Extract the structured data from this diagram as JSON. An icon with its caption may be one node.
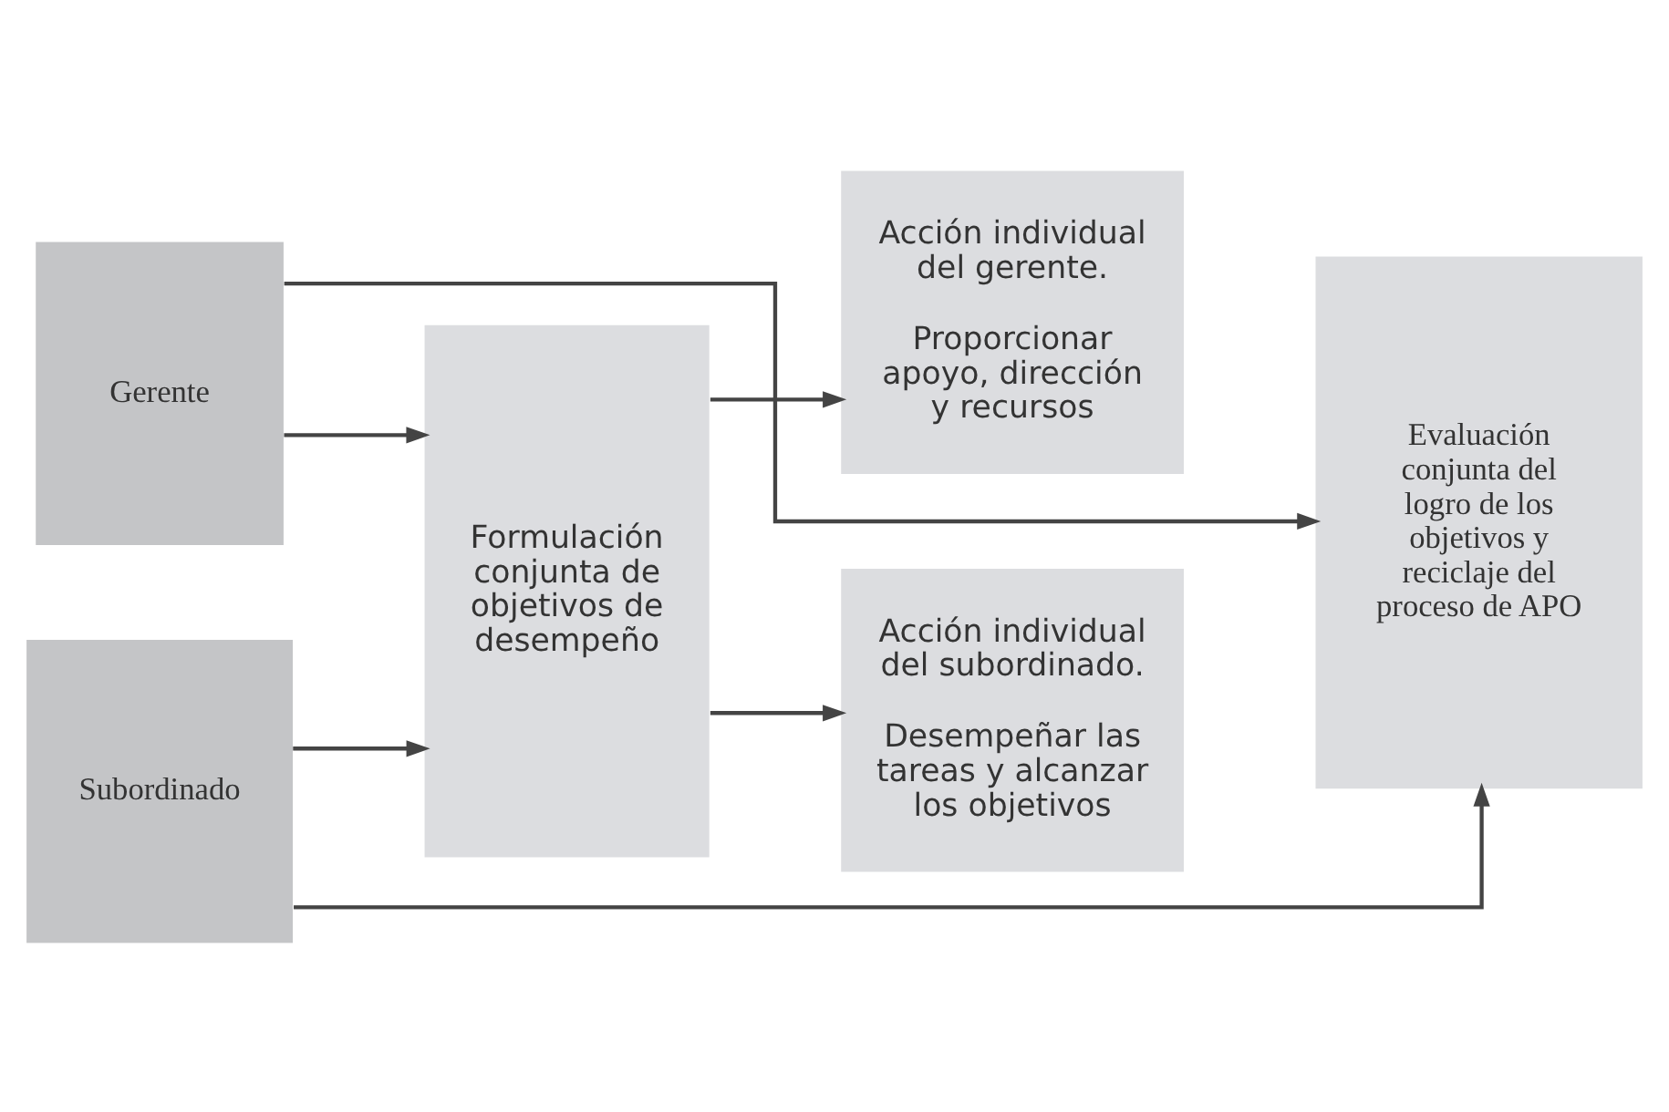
{
  "diagram": {
    "nodes": [
      {
        "text": [
          "Gerente"
        ]
      },
      {
        "text": [
          "Subordinado"
        ]
      },
      {
        "text": [
          "Formulación conjunta de objetivos de desempeño"
        ]
      },
      {
        "text": [
          "Acción individual del gerente.",
          "Proporcionar apoyo, dirección y recursos"
        ]
      },
      {
        "text": [
          "Acción individual del subordinado.",
          "Desempeñar las tareas y alcanzar los objetivos"
        ]
      },
      {
        "text": [
          "Evaluación conjunta del logro de los objetivos y reciclaje del proceso de APO"
        ]
      }
    ],
    "edges": [
      {
        "from": 0,
        "to": 5,
        "arrow": "to"
      },
      {
        "from": 0,
        "to": 2,
        "arrow": "to"
      },
      {
        "from": 1,
        "to": 2,
        "arrow": "to"
      },
      {
        "from": 1,
        "to": 5,
        "arrow": "to"
      },
      {
        "from": 2,
        "to": 3,
        "arrow": "to"
      },
      {
        "from": 2,
        "to": 4,
        "arrow": "to"
      }
    ]
  }
}
